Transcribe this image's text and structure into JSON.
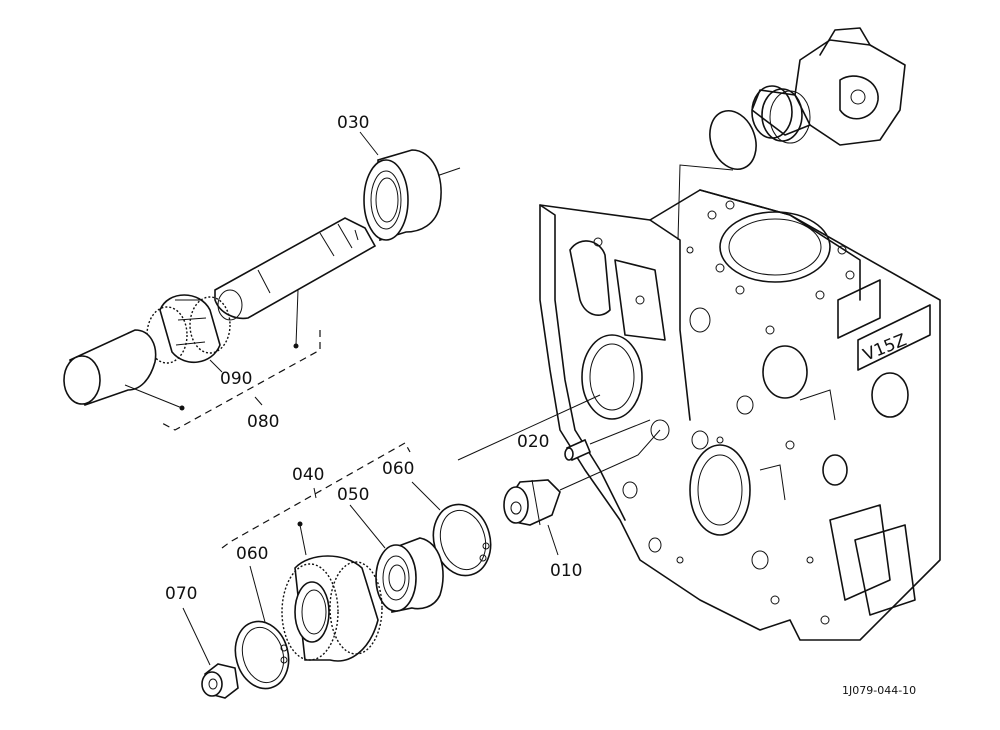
{
  "labels": {
    "p010": "010",
    "p020": "020",
    "p030": "030",
    "p040": "040",
    "p050": "050",
    "p060a": "060",
    "p060b": "060",
    "p070": "070",
    "p080": "080",
    "p090": "090"
  },
  "block": {
    "emblem": "V15Z"
  },
  "reference": "1J079-044-10"
}
